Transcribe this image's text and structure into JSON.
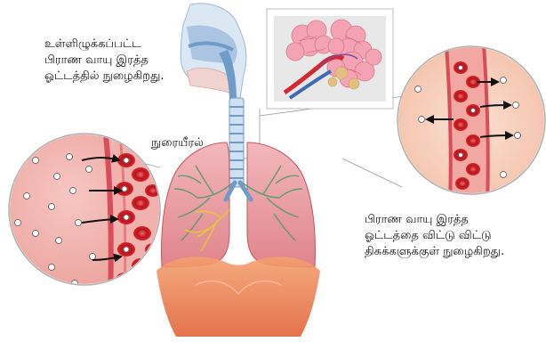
{
  "labels": {
    "inhaled_oxygen": [
      "உள்ளிழுக்கப்பட்ட",
      "பிராண வாயு இரத்த",
      "ஓட்டத்தில் நுழைகிறது."
    ],
    "lung": "நுரையீரல்",
    "oxygen_to_tissue": [
      "பிராண வாயு இரத்த",
      "ஓட்டத்தை விட்டு விட்டு",
      "திசுக்களுக்குள் நுழைகிறது."
    ]
  },
  "colors": {
    "lung_pink": "#e79aa0",
    "lung_dark": "#c9545e",
    "bronchi_green": "#4e9a6a",
    "bronchi_yellow": "#e3c43a",
    "diaphragm": "#e97b4f",
    "trachea_blue": "#6e9bc8",
    "airway_light": "#cfe0f0",
    "vessel_wall": "#d94c5a",
    "blood_plasma": "#f2a8a2",
    "tissue_fill": "#f6c9b7",
    "red_cell": "#d9262e",
    "alveoli_pink": "#f3a3b4",
    "arrow": "#111111"
  }
}
